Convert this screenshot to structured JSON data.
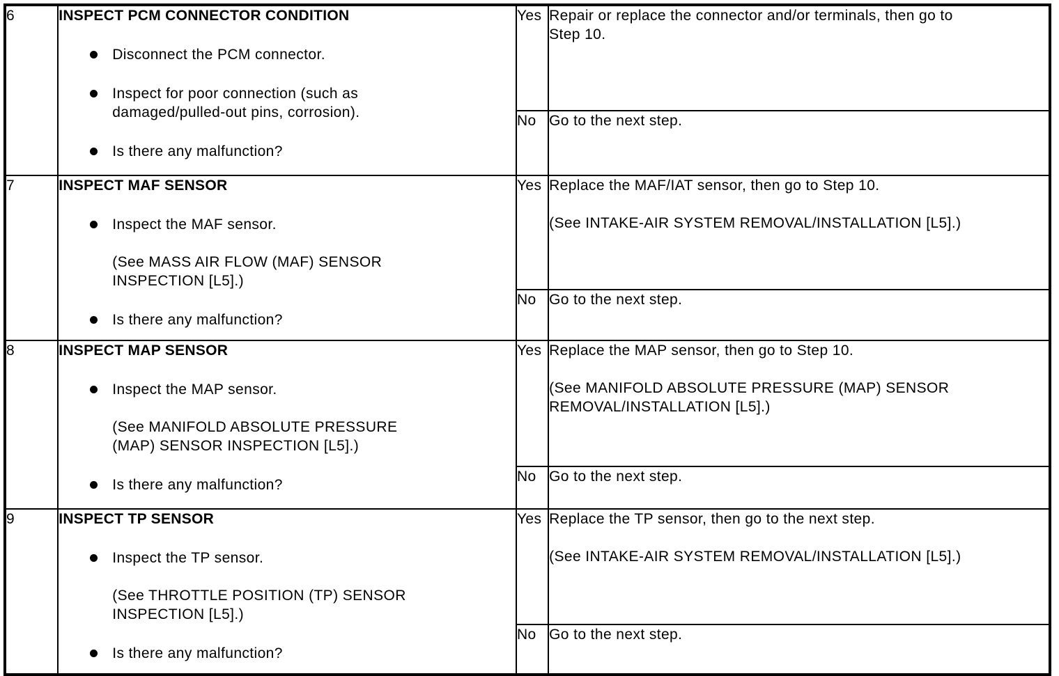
{
  "table": {
    "rows": [
      {
        "step": "6",
        "title": "INSPECT PCM CONNECTOR CONDITION",
        "bullets": [
          "Disconnect the PCM connector.",
          "Inspect for poor connection (such as\ndamaged/pulled-out pins, corrosion).",
          "Is there any malfunction?"
        ],
        "yes_label": "Yes",
        "yes_action": "Repair or replace the connector and/or terminals, then go to\nStep 10.",
        "no_label": "No",
        "no_action": "Go to the next step."
      },
      {
        "step": "7",
        "title": "INSPECT MAF SENSOR",
        "bullets": [
          "Inspect the MAF sensor.\n\n(See MASS AIR FLOW (MAF) SENSOR\nINSPECTION [L5].)",
          "Is there any malfunction?"
        ],
        "yes_label": "Yes",
        "yes_action": "Replace the MAF/IAT sensor, then go to Step 10.\n\n(See INTAKE-AIR SYSTEM REMOVAL/INSTALLATION [L5].)",
        "no_label": "No",
        "no_action": "Go to the next step."
      },
      {
        "step": "8",
        "title": "INSPECT MAP SENSOR",
        "bullets": [
          "Inspect the MAP sensor.\n\n(See MANIFOLD ABSOLUTE PRESSURE\n(MAP) SENSOR INSPECTION [L5].)",
          "Is there any malfunction?"
        ],
        "yes_label": "Yes",
        "yes_action": "Replace the MAP sensor, then go to Step 10.\n\n(See MANIFOLD ABSOLUTE PRESSURE (MAP) SENSOR\nREMOVAL/INSTALLATION [L5].)",
        "no_label": "No",
        "no_action": "Go to the next step."
      },
      {
        "step": "9",
        "title": "INSPECT TP SENSOR",
        "bullets": [
          "Inspect the TP sensor.\n\n(See THROTTLE POSITION (TP) SENSOR\nINSPECTION [L5].)",
          "Is there any malfunction?"
        ],
        "yes_label": "Yes",
        "yes_action": "Replace the TP sensor, then go to the next step.\n\n(See INTAKE-AIR SYSTEM REMOVAL/INSTALLATION [L5].)",
        "no_label": "No",
        "no_action": "Go to the next step."
      }
    ]
  }
}
